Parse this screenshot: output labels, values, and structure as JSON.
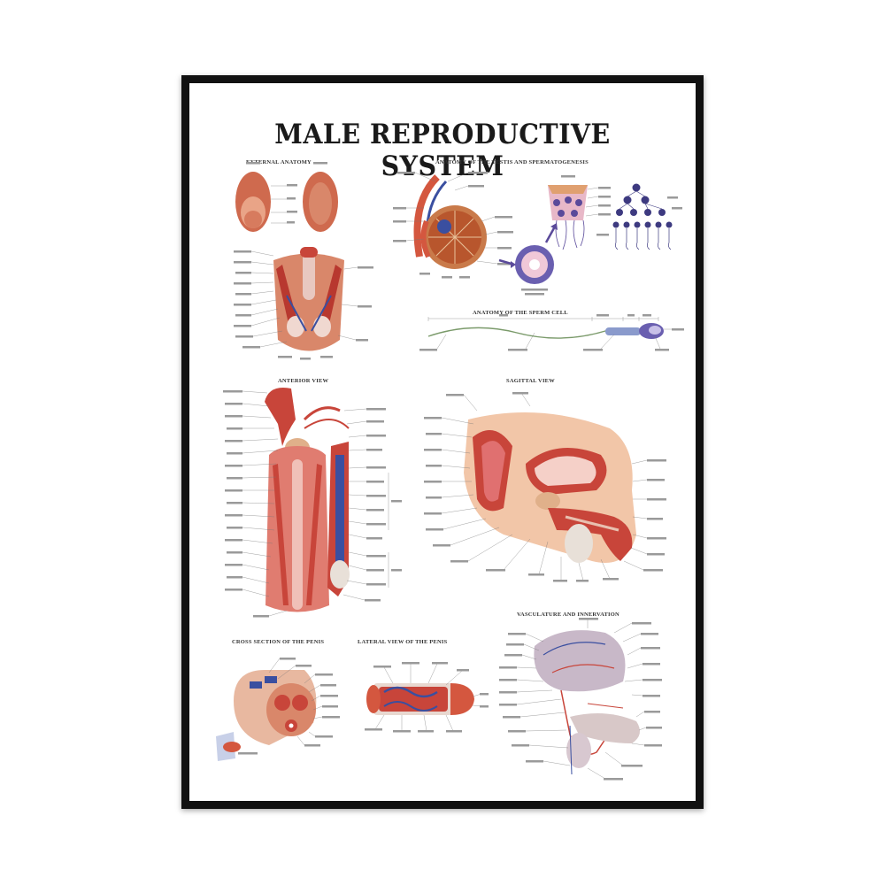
{
  "poster": {
    "title": "MALE REPRODUCTIVE  SYSTEM",
    "sections": {
      "external": "EXTERNAL ANATOMY",
      "testes": "ANATOMY OF THE TESTIS AND SPERMATOGENESIS",
      "sperm": "ANATOMY OF THE SPERM CELL",
      "anterior": "ANTERIOR VIEW",
      "sagittal": "SAGITTAL VIEW",
      "vasculature": "VASCULATURE AND INNERVATION",
      "cross": "CROSS SECTION OF THE PENIS",
      "lateral": "LATERAL VIEW OF THE PENIS"
    }
  },
  "colors": {
    "frame": "#111111",
    "muscle": "#c8453a",
    "skin": "#d98a6a",
    "vessel_blue": "#3a4fa0",
    "cell_purple": "#5a4a9a"
  }
}
